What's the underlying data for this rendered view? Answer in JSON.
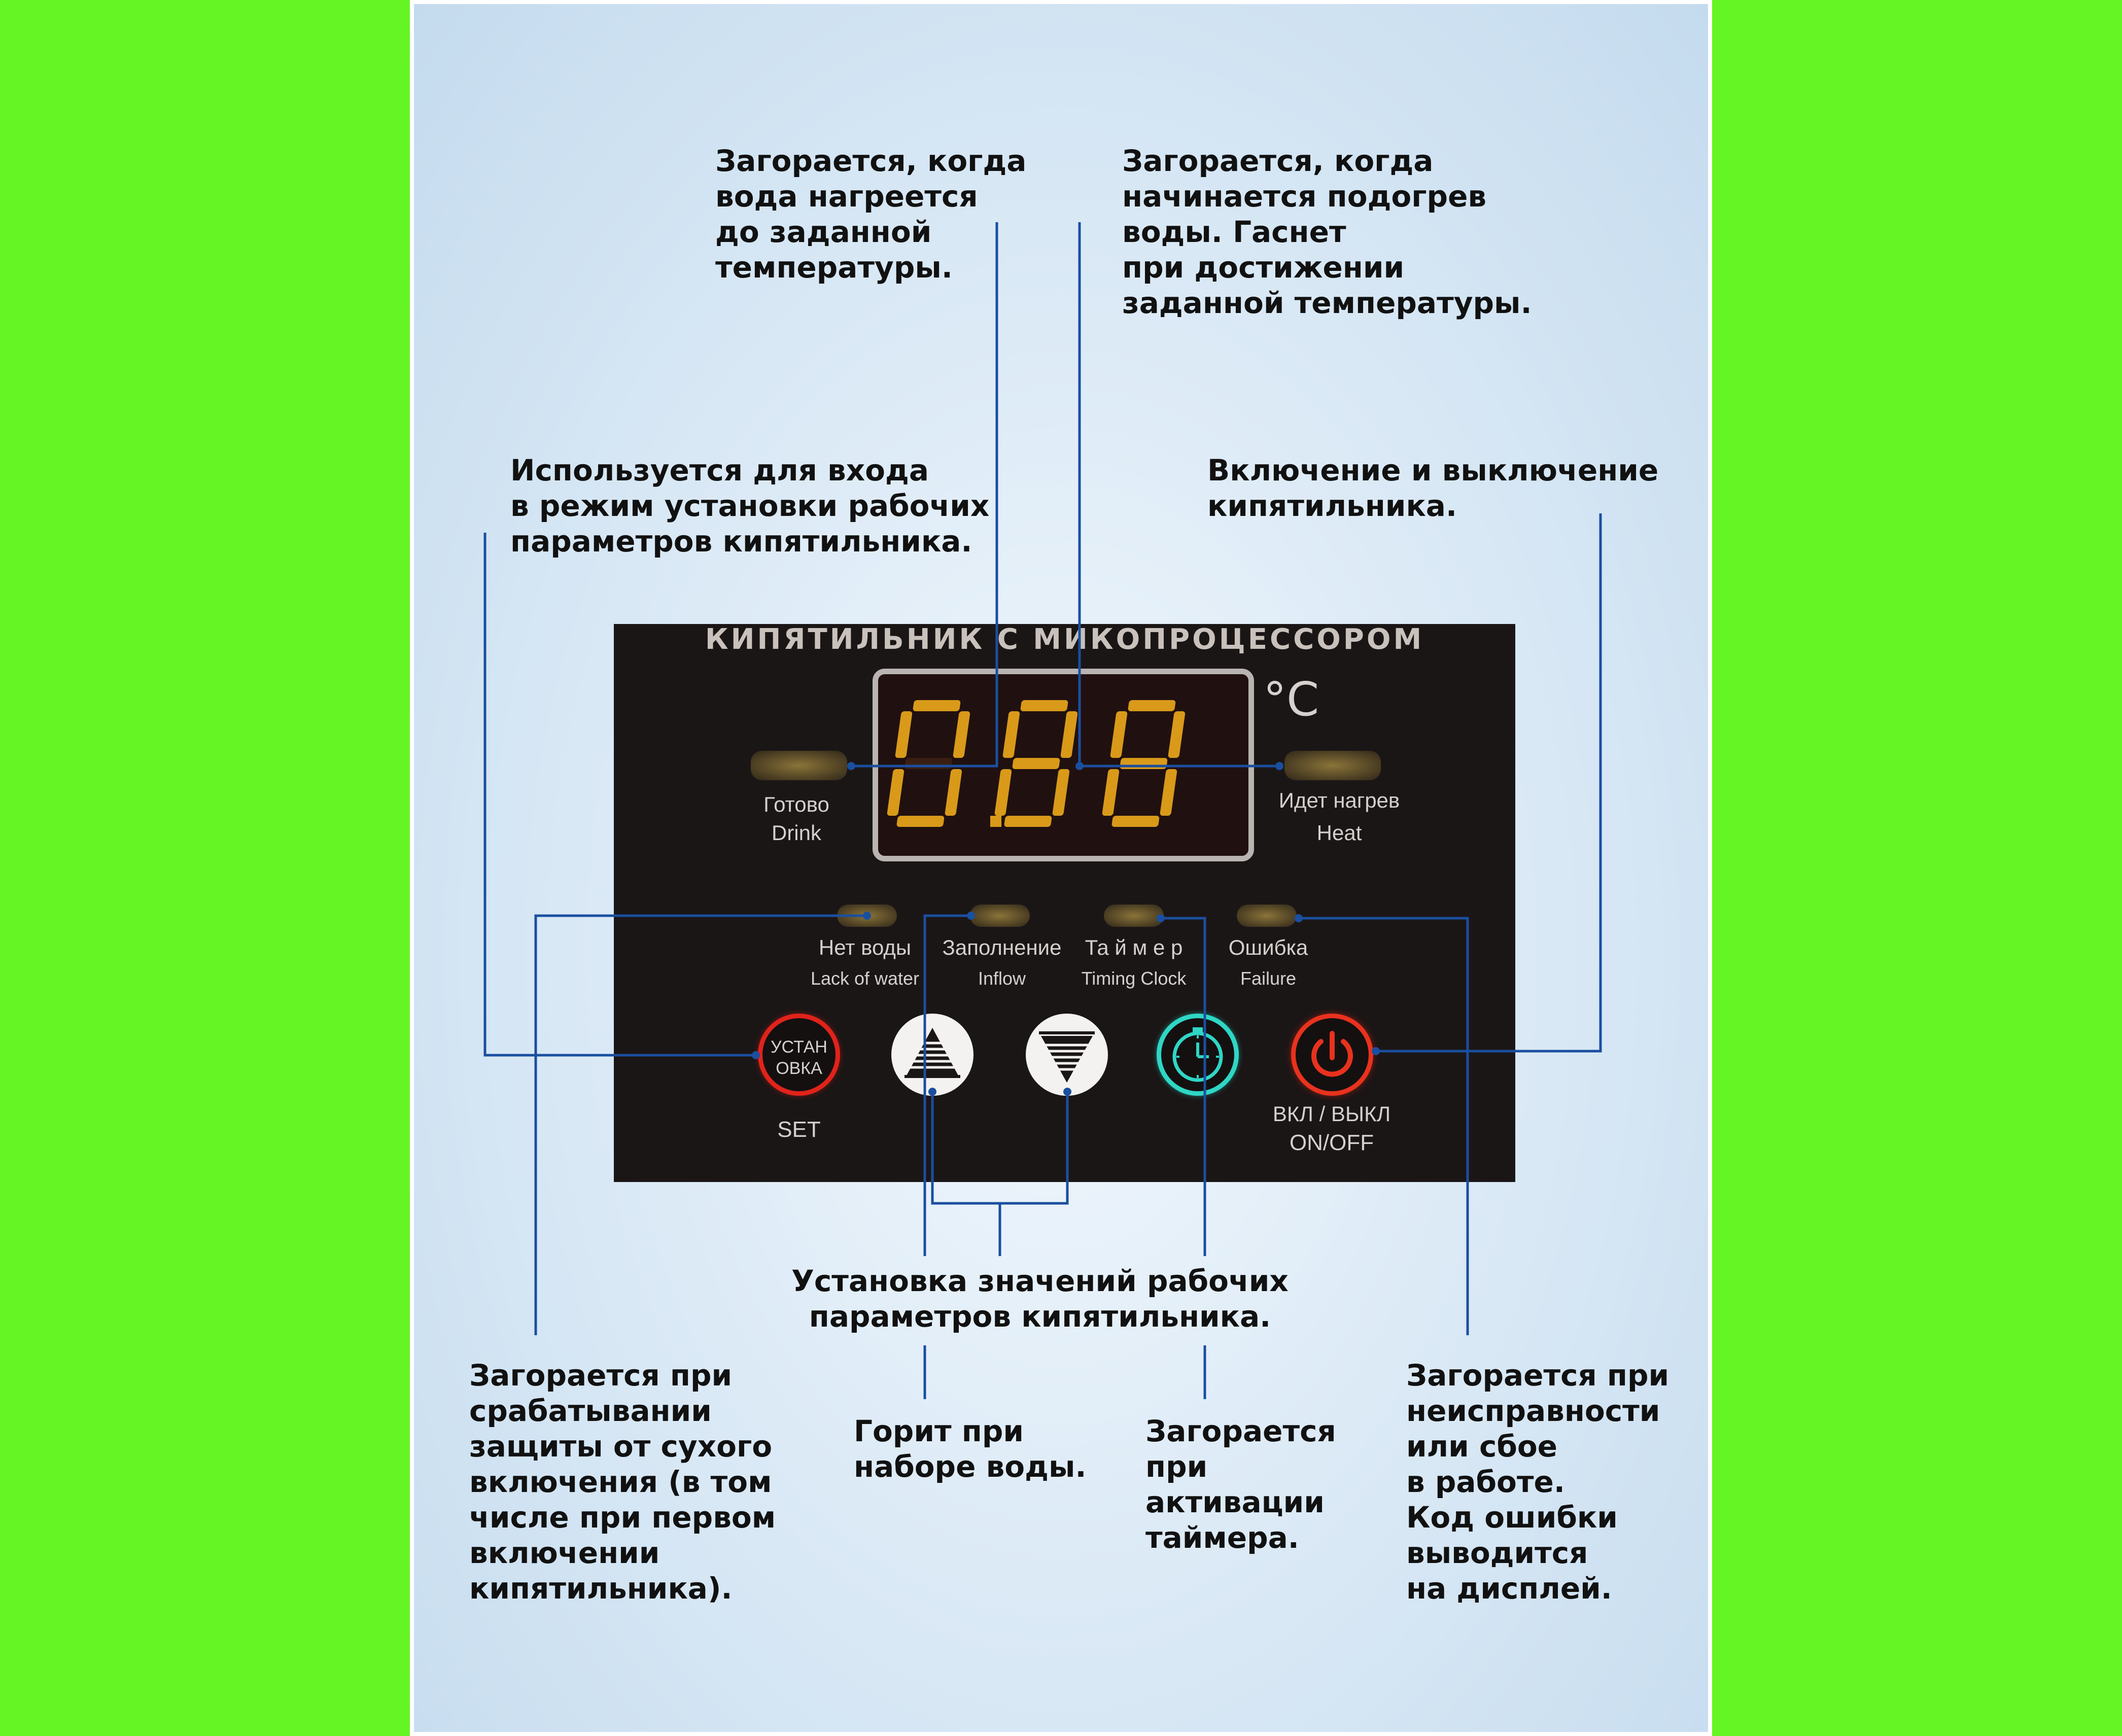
{
  "panel": {
    "title": "КИПЯТИЛЬНИК С МИКОПРОЦЕССОРОМ",
    "display": {
      "digits": "0.88",
      "unit": "°C",
      "color": "#d99a1a"
    },
    "indicators": {
      "ready": {
        "ru": "Готово",
        "en": "Drink"
      },
      "heat": {
        "ru": "Идет нагрев",
        "en": "Heat"
      },
      "lack_of_water": {
        "ru": "Нет воды",
        "en": "Lack of water"
      },
      "inflow": {
        "ru": "Заполнение",
        "en": "Inflow"
      },
      "timer": {
        "ru": "Та й м е р",
        "en": "Timing Clock"
      },
      "failure": {
        "ru": "Ошибка",
        "en": "Failure"
      }
    },
    "buttons": {
      "set": {
        "label_line1": "УСТАН",
        "label_line2": "ОВКА",
        "caption": "SET",
        "ring_color": "#e0231b"
      },
      "up": {
        "icon": "triangle-up-icon"
      },
      "down": {
        "icon": "triangle-down-icon"
      },
      "timer": {
        "icon": "clock-icon",
        "ring_color": "#2fd6c5"
      },
      "power": {
        "icon": "power-icon",
        "caption_ru": "ВКЛ / ВЫКЛ",
        "caption_en": "ON/OFF",
        "ring_color": "#e8321e"
      }
    }
  },
  "callouts": {
    "drink_light": "Загорается, когда\nвода нагреется\nдо заданной\nтемпературы.",
    "heat_light": "Загорается, когда\nначинается подогрев\nводы. Гаснет\nпри достижении\nзаданной температуры.",
    "set_button": "Используется для входа\nв режим установки рабочих\nпараметров кипятильника.",
    "power_button": "Включение и выключение\nкипятильника.",
    "arrow_buttons": "Установка значений рабочих\nпараметров кипятильника.",
    "lack_of_water": "Загорается при\nсрабатывании\nзащиты от сухого\nвключения (в том\nчисле при первом\nвключении\nкипятильника).",
    "inflow": "Горит при\nнаборе воды.",
    "timer": "Загорается\nпри\nактивации\nтаймера.",
    "failure": "Загорается при\nнеисправности\nили сбое\nв работе.\nКод ошибки\nвыводится\nна дисплей."
  },
  "colors": {
    "background": "#66f524",
    "leader_line": "#1a4fa0",
    "panel": "#1b1616"
  }
}
